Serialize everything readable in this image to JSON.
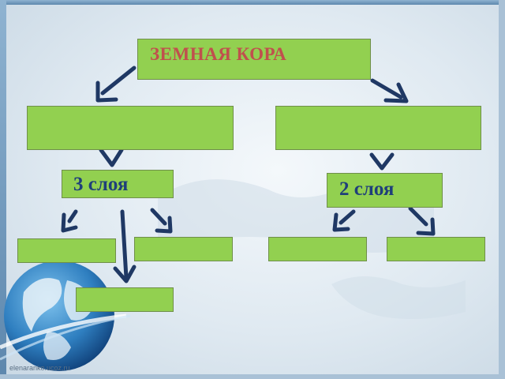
{
  "diagram": {
    "root": {
      "label": "ЗЕМНАЯ КОРА"
    },
    "left_branch": {
      "label": "",
      "layers_label": "3 слоя"
    },
    "right_branch": {
      "label": "",
      "layers_label": "2 слоя"
    },
    "leaf_boxes_left": [
      "",
      "",
      ""
    ],
    "leaf_boxes_right": [
      "",
      ""
    ]
  },
  "watermark": "elenaranko.ucoz.ru",
  "colors": {
    "box_fill": "#92d050",
    "arrow": "#1f3864",
    "title_text": "#c0504d",
    "layers_text": "#1f3f7a"
  }
}
